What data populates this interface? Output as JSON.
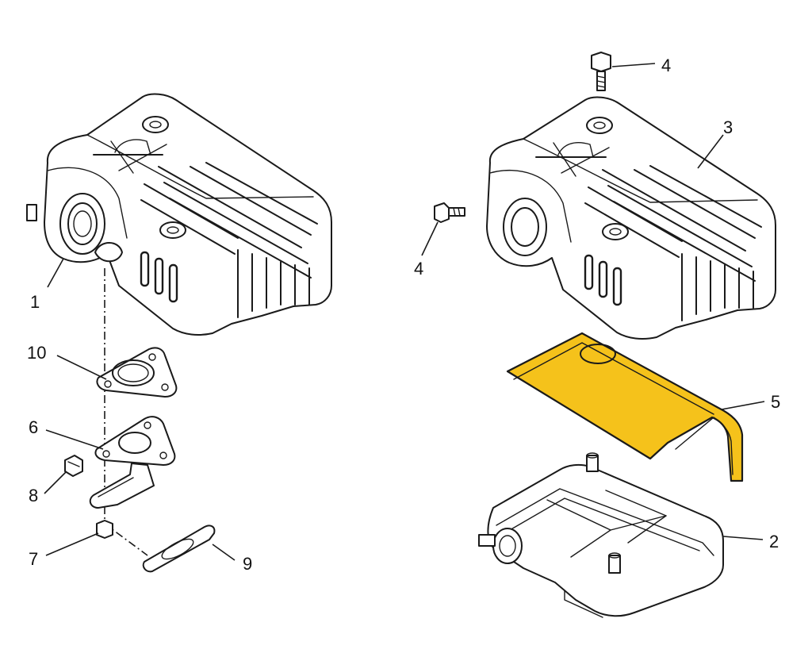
{
  "diagram": {
    "callouts": {
      "muffler_left": "1",
      "gasket_top": "10",
      "flange": "6",
      "nut_8": "8",
      "nut_7": "7",
      "gasket_bottom": "9",
      "screw_top": "4",
      "screw_side": "4",
      "muffler_cover": "3",
      "heat_shield": "5",
      "muffler_right": "2"
    },
    "colors": {
      "heat_shield_fill": "#F5C21B",
      "line": "#1a1a1a",
      "background": "#ffffff"
    }
  }
}
